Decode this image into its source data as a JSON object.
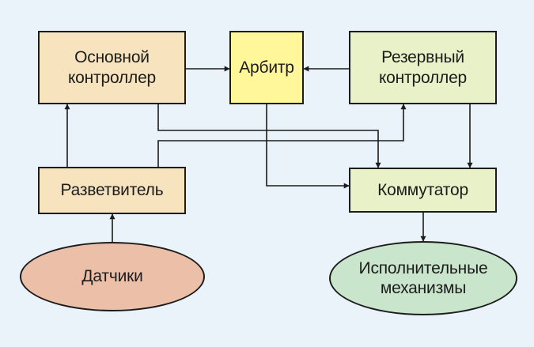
{
  "nodes": {
    "main_controller": {
      "label": "Основной\nконтроллер",
      "fill": "#f7e3be"
    },
    "arbiter": {
      "label": "Арбитр",
      "fill": "#fff799"
    },
    "backup_controller": {
      "label": "Резервный\nконтроллер",
      "fill": "#e9f1c8"
    },
    "splitter": {
      "label": "Разветвитель",
      "fill": "#f7e3be"
    },
    "switch": {
      "label": "Коммутатор",
      "fill": "#e9f1c8"
    },
    "sensors": {
      "label": "Датчики",
      "fill": "#ecc0a8"
    },
    "actuators": {
      "label": "Исполнительные\nмеханизмы",
      "fill": "#c9e6cc"
    }
  },
  "colors": {
    "background": "#e9f3f9",
    "line": "#1c1c1c"
  },
  "edges": [
    {
      "from": "main_controller",
      "to": "arbiter"
    },
    {
      "from": "backup_controller",
      "to": "arbiter"
    },
    {
      "from": "splitter",
      "to": "main_controller"
    },
    {
      "from": "splitter",
      "to": "backup_controller"
    },
    {
      "from": "sensors",
      "to": "splitter"
    },
    {
      "from": "main_controller",
      "to": "switch"
    },
    {
      "from": "arbiter",
      "to": "switch"
    },
    {
      "from": "backup_controller",
      "to": "switch"
    },
    {
      "from": "switch",
      "to": "actuators"
    }
  ]
}
